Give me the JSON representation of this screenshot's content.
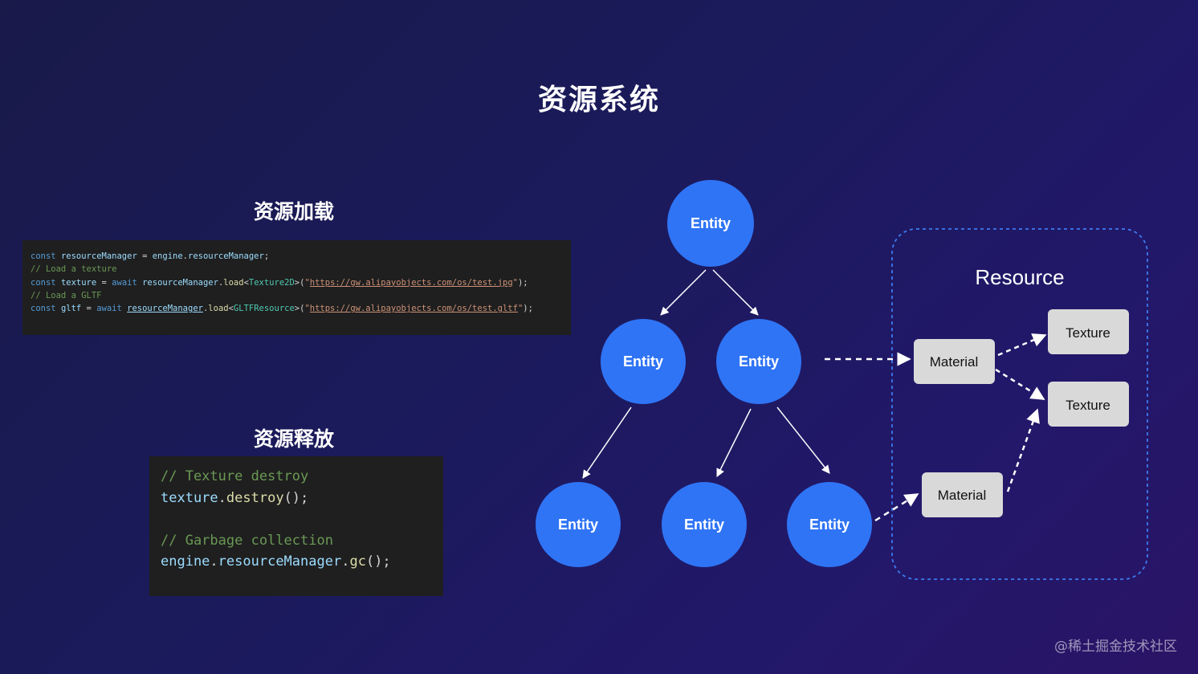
{
  "title": "资源系统",
  "loading": {
    "heading": "资源加载",
    "code_lines": [
      "const resourceManager = engine.resourceManager;",
      "// Load a texture",
      "const texture = await resourceManager.load<Texture2D>(\"https://gw.alipayobjects.com/os/test.jpg\");",
      "// Load a GLTF",
      "const gltf = await resourceManager.load<GLTFResource>(\"https://gw.alipayobjects.com/os/test.gltf\");"
    ]
  },
  "release": {
    "heading": "资源释放",
    "code_lines": [
      "// Texture destroy",
      "texture.destroy();",
      "",
      "// Garbage collection",
      "engine.resourceManager.gc();"
    ]
  },
  "tree": {
    "node_label": "Entity",
    "nodes": [
      "Entity",
      "Entity",
      "Entity",
      "Entity",
      "Entity",
      "Entity"
    ]
  },
  "resource": {
    "title": "Resource",
    "materials": [
      "Material",
      "Material"
    ],
    "textures": [
      "Texture",
      "Texture"
    ]
  },
  "colors": {
    "entity": "#2f74f5",
    "box": "#d9d9d9",
    "resource_border": "#3d7bf0"
  },
  "watermark": "@稀土掘金技术社区"
}
